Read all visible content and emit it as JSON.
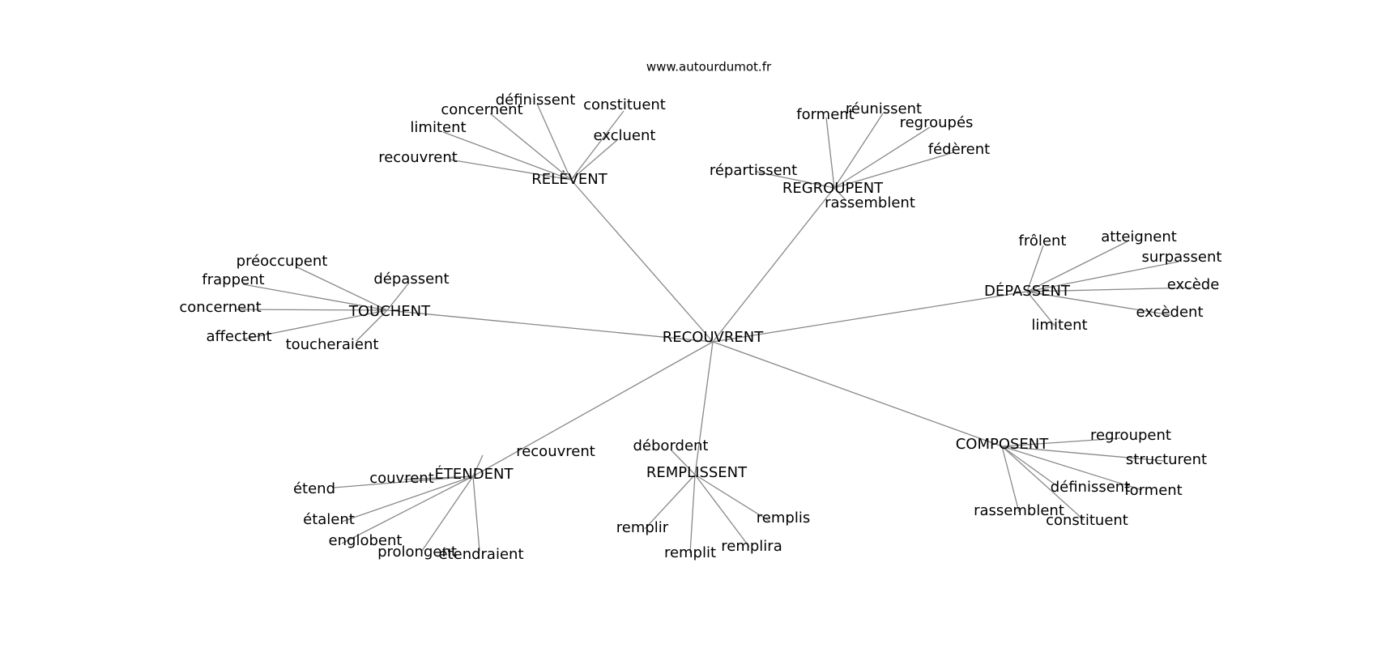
{
  "source": "www.autourdumot.fr",
  "center": "RECOUVRENT",
  "hubs": [
    {
      "id": "relevent",
      "label": "RELÈVENT",
      "leaves": [
        "recouvrent",
        "limitent",
        "concernent",
        "définissent",
        "constituent",
        "excluent"
      ]
    },
    {
      "id": "regroupent",
      "label": "REGROUPENT",
      "leaves": [
        "répartissent",
        "forment",
        "réunissent",
        "regroupés",
        "fédèrent",
        "rassemblent"
      ]
    },
    {
      "id": "touchent",
      "label": "TOUCHENT",
      "leaves": [
        "préoccupent",
        "frappent",
        "concernent",
        "affectent",
        "toucheraient",
        "dépassent"
      ]
    },
    {
      "id": "depassent",
      "label": "DÉPASSENT",
      "leaves": [
        "frôlent",
        "atteignent",
        "surpassent",
        "excède",
        "excèdent",
        "limitent"
      ]
    },
    {
      "id": "etendent",
      "label": "ÉTENDENT",
      "leaves": [
        "recouvrent",
        "couvrent",
        "étend",
        "étalent",
        "englobent",
        "prolongent",
        "étendraient"
      ]
    },
    {
      "id": "remplissent",
      "label": "REMPLISSENT",
      "leaves": [
        "débordent",
        "remplir",
        "remplit",
        "remplira",
        "remplis"
      ]
    },
    {
      "id": "composent",
      "label": "COMPOSENT",
      "leaves": [
        "regroupent",
        "structurent",
        "définissent",
        "forment",
        "constituent",
        "rassemblent"
      ]
    }
  ]
}
